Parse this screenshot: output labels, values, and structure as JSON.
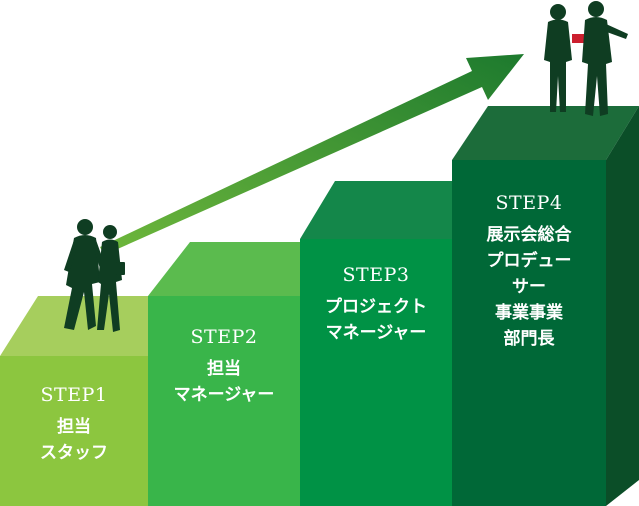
{
  "steps": [
    {
      "title": "STEP1",
      "role": "担当\nスタッフ",
      "color": "#8cc63f"
    },
    {
      "title": "STEP2",
      "role": "担当\nマネージャー",
      "color": "#39b54a"
    },
    {
      "title": "STEP3",
      "role": "プロジェクト\nマネージャー",
      "color": "#009245"
    },
    {
      "title": "STEP4",
      "role": "展示会総合\nプロデュー\nサー\n事業事業\n部門長",
      "color": "#006837"
    }
  ],
  "icons": {
    "arrow": "growth-arrow-icon",
    "walking_people": "walking-business-people-icon",
    "standing_people": "standing-business-people-icon"
  }
}
